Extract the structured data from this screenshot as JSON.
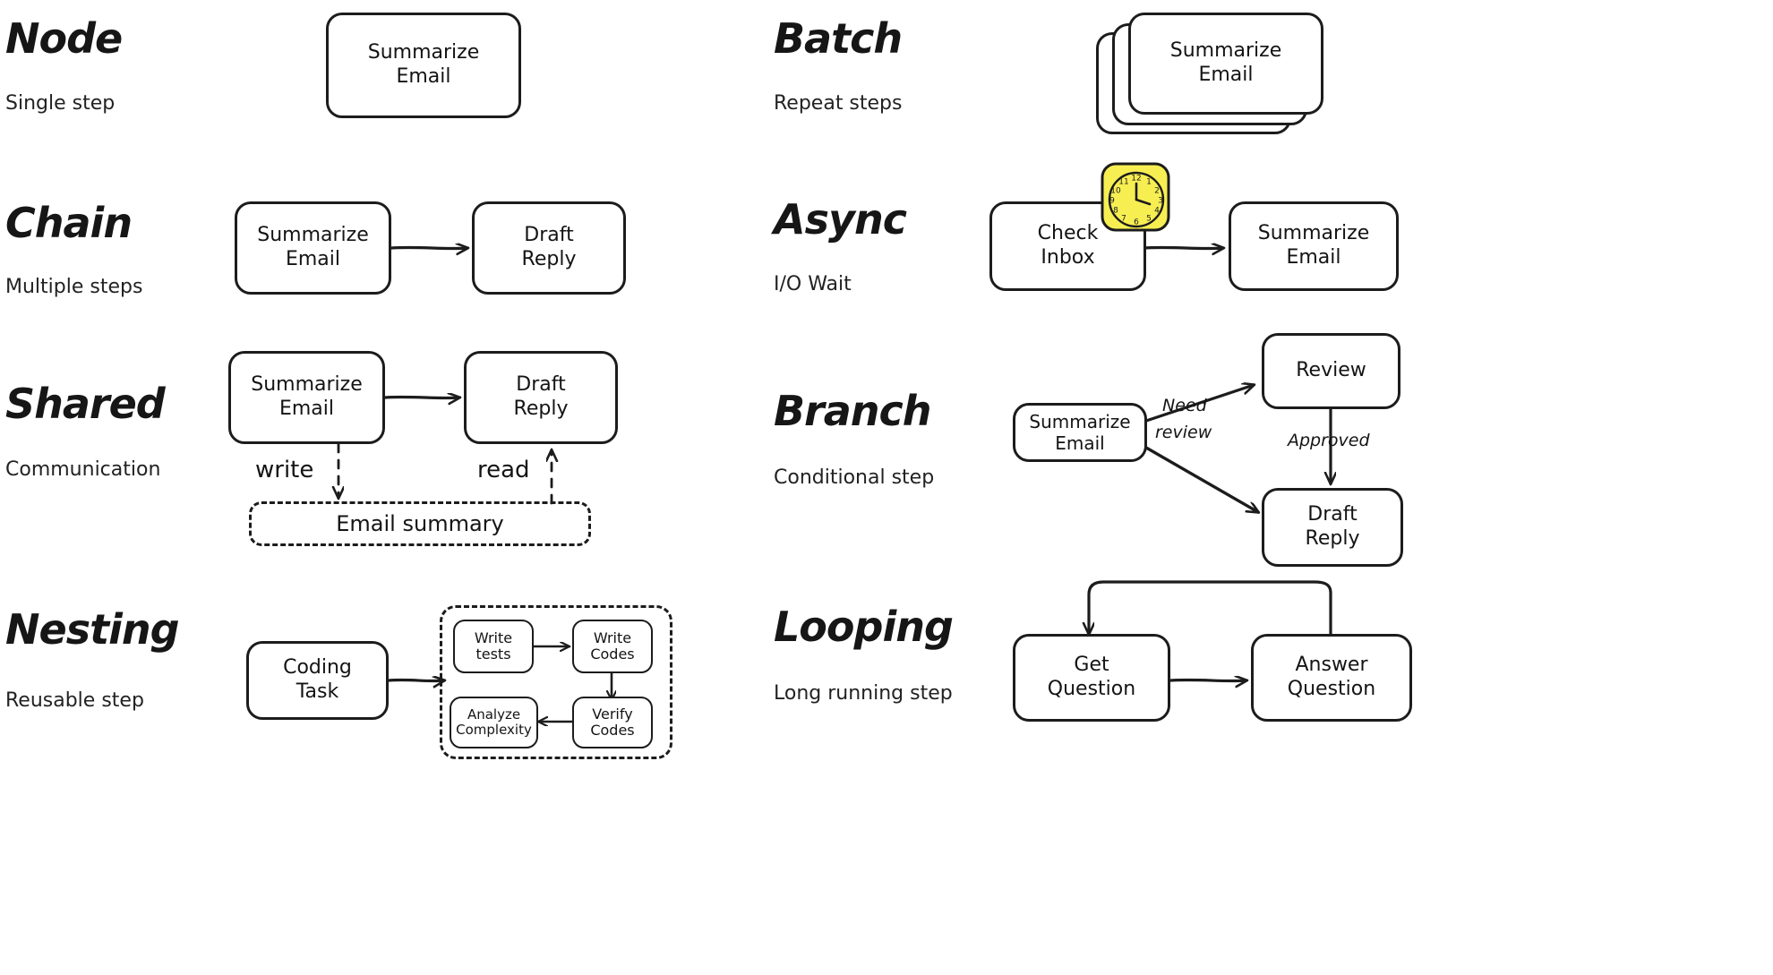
{
  "page": {
    "background": "#ffffff",
    "accent_yellow": "#f7ef52",
    "ink": "#1c1c1c"
  },
  "rows": [
    {
      "id": "node",
      "title": "Node",
      "subtitle": "Single step",
      "nodes": [
        {
          "id": "summarize-email",
          "label": "Summarize\nEmail"
        }
      ]
    },
    {
      "id": "batch",
      "title": "Batch",
      "subtitle": "Repeat steps",
      "nodes": [
        {
          "id": "summarize-email",
          "label": "Summarize\nEmail"
        }
      ],
      "stack_count": 3
    },
    {
      "id": "chain",
      "title": "Chain",
      "subtitle": "Multiple steps",
      "nodes": [
        {
          "id": "summarize-email",
          "label": "Summarize\nEmail"
        },
        {
          "id": "draft-reply",
          "label": "Draft\nReply"
        }
      ]
    },
    {
      "id": "async",
      "title": "Async",
      "subtitle": "I/O Wait",
      "nodes": [
        {
          "id": "check-inbox",
          "label": "Check\nInbox"
        },
        {
          "id": "summarize-email",
          "label": "Summarize\nEmail"
        }
      ],
      "icon": "clock-icon"
    },
    {
      "id": "shared",
      "title": "Shared",
      "subtitle": "Communication",
      "nodes": [
        {
          "id": "summarize-email",
          "label": "Summarize\nEmail"
        },
        {
          "id": "draft-reply",
          "label": "Draft\nReply"
        },
        {
          "id": "email-summary-store",
          "label": "Email summary"
        }
      ],
      "edge_labels": [
        "write",
        "read"
      ]
    },
    {
      "id": "branch",
      "title": "Branch",
      "subtitle": "Conditional step",
      "nodes": [
        {
          "id": "summarize-email",
          "label": "Summarize\nEmail"
        },
        {
          "id": "review",
          "label": "Review"
        },
        {
          "id": "draft-reply",
          "label": "Draft\nReply"
        }
      ],
      "edge_labels": [
        "Need",
        "review",
        "Approved"
      ]
    },
    {
      "id": "nesting",
      "title": "Nesting",
      "subtitle": "Reusable step",
      "nodes": [
        {
          "id": "coding-task",
          "label": "Coding\nTask"
        },
        {
          "id": "write-tests",
          "label": "Write\ntests"
        },
        {
          "id": "write-codes",
          "label": "Write\nCodes"
        },
        {
          "id": "verify-codes",
          "label": "Verify\nCodes"
        },
        {
          "id": "analyze-complexity",
          "label": "Analyze\nComplexity"
        }
      ]
    },
    {
      "id": "looping",
      "title": "Looping",
      "subtitle": "Long running step",
      "nodes": [
        {
          "id": "get-question",
          "label": "Get\nQuestion"
        },
        {
          "id": "answer-question",
          "label": "Answer\nQuestion"
        }
      ]
    }
  ],
  "clock": {
    "name": "clock-icon",
    "numerals": [
      "12",
      "1",
      "2",
      "3",
      "4",
      "5",
      "6",
      "7",
      "8",
      "9",
      "10",
      "11"
    ],
    "background": "#f7ef52"
  }
}
